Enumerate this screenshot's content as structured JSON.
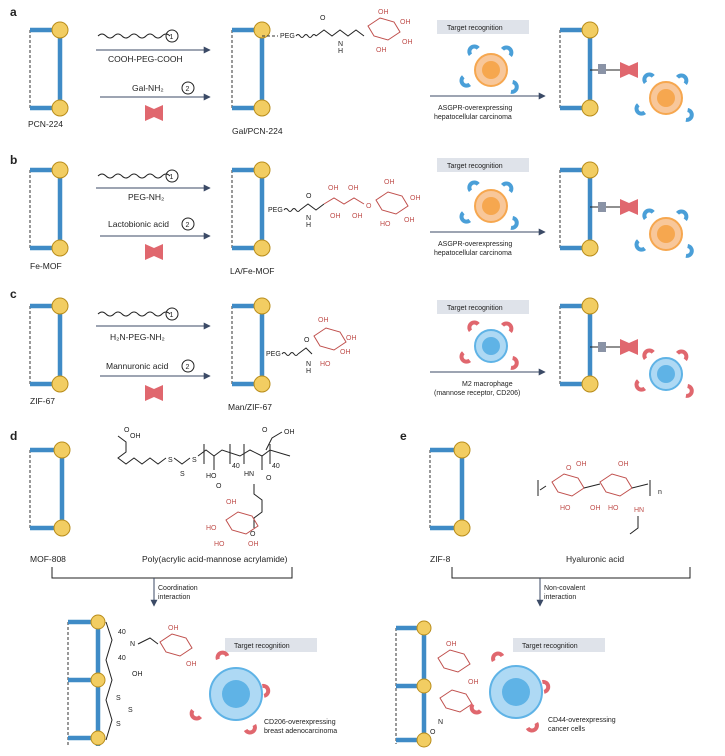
{
  "panels": {
    "a": {
      "letter": "a",
      "step1": "COOH-PEG-COOH",
      "step2": "Gal-NH₂",
      "num1": "1",
      "num2": "2",
      "mof": "PCN-224",
      "product": "Gal/PCN-224",
      "peg": "PEG",
      "target": "Target recognition",
      "cell_line1": "ASGPR-overexpressing",
      "cell_line2": "hepatocellular carcinoma"
    },
    "b": {
      "letter": "b",
      "step1": "PEG-NH₂",
      "step2": "Lactobionic acid",
      "num1": "1",
      "num2": "2",
      "mof": "Fe-MOF",
      "product": "LA/Fe-MOF",
      "peg": "PEG",
      "target": "Target recognition",
      "cell_line1": "ASGPR-overexpressing",
      "cell_line2": "hepatocellular carcinoma"
    },
    "c": {
      "letter": "c",
      "step1": "H₂N-PEG-NH₂",
      "step2": "Mannuronic acid",
      "num1": "1",
      "num2": "2",
      "mof": "ZIF-67",
      "product": "Man/ZIF-67",
      "peg": "PEG",
      "target": "Target recognition",
      "cell_line1": "M2 macrophage",
      "cell_line2": "(mannose receptor, CD206)"
    },
    "d": {
      "letter": "d",
      "mof": "MOF-808",
      "polymer": "Poly(acrylic acid-mannose acrylamide)",
      "process1": "Coordination",
      "process2": "interaction",
      "target": "Target recognition",
      "cell_line1": "CD206-overexpressing",
      "cell_line2": "breast adenocarcinoma",
      "sub40": "40"
    },
    "e": {
      "letter": "e",
      "mof": "ZIF-8",
      "polymer": "Hyaluronic acid",
      "process1": "Non-covalent",
      "process2": "interaction",
      "target": "Target recognition",
      "cell_line1": "CD44-overexpressing",
      "cell_line2": "cancer cells",
      "sub_n": "n"
    }
  },
  "chem": {
    "O": "O",
    "OH": "OH",
    "HO": "HO",
    "H": "H",
    "N": "N",
    "S": "S",
    "HN": "HN"
  },
  "colors": {
    "rod": "#3f8bc6",
    "node": "#f2cd62",
    "receptor": "#4a9fd8",
    "receptor_c": "#e0676e",
    "cell_orange": "#f6a74f",
    "cell_blue": "#5fb3e6",
    "sugar": "#c0504d",
    "target_box": "#dfe3ea"
  }
}
